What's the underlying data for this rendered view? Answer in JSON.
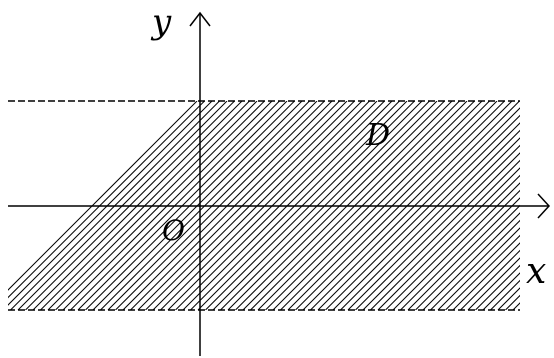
{
  "labels": {
    "y_axis": "y",
    "x_axis": "x",
    "origin": "O",
    "region": "D"
  },
  "colors": {
    "ink": "#000000",
    "background": "#ffffff"
  },
  "region": {
    "fill_pattern": "diagonal-hatch",
    "boundaries": [
      "top-dashed-line",
      "bottom-dashed-line"
    ],
    "extends": "horizontally"
  }
}
